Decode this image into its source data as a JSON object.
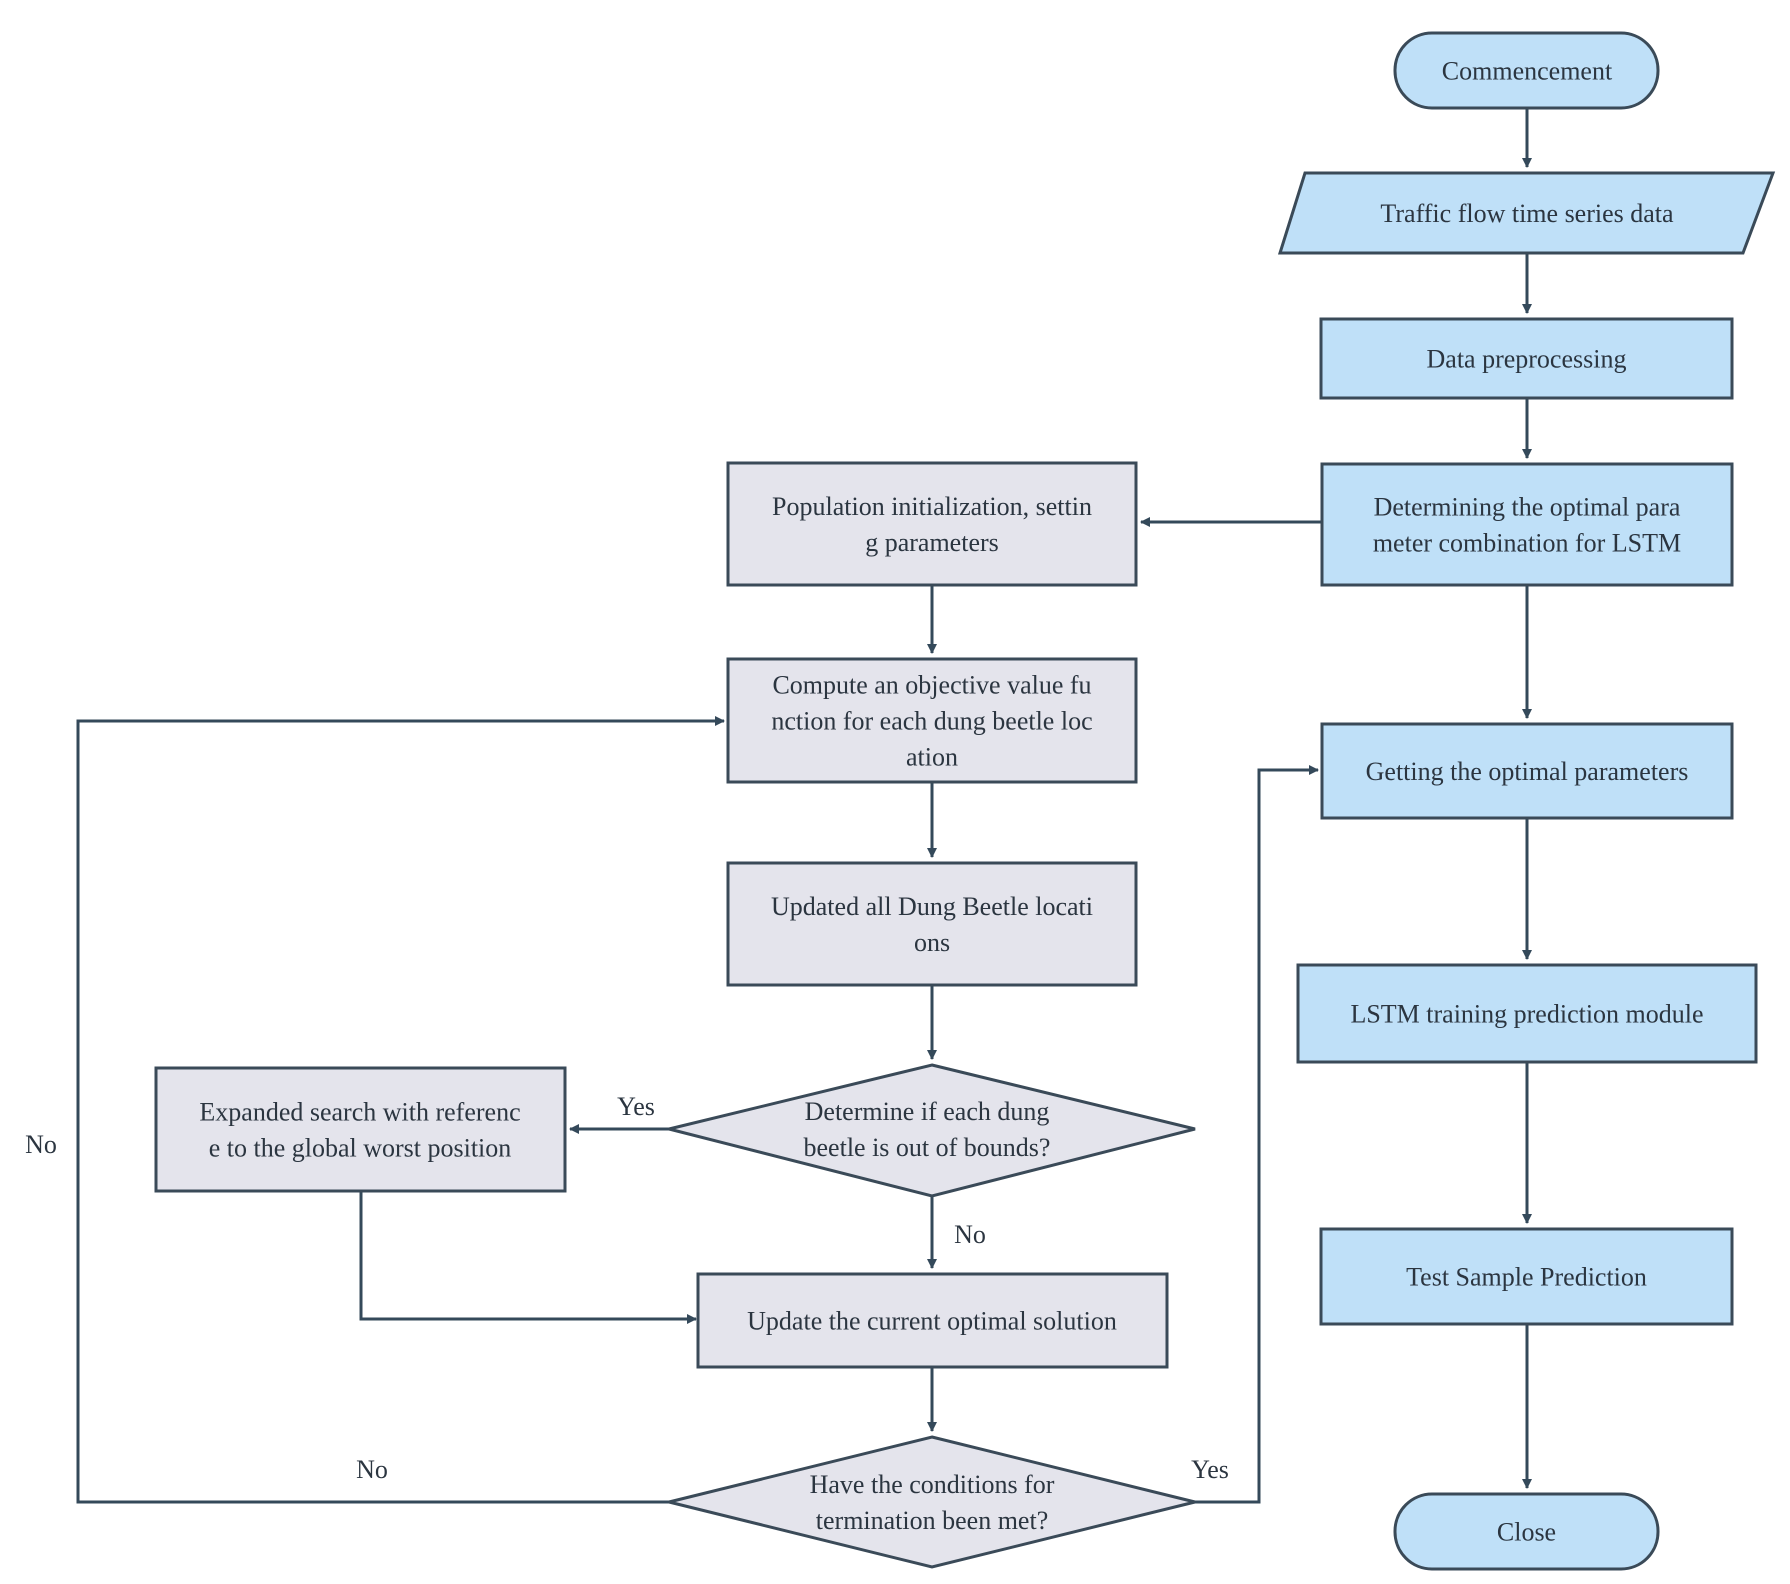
{
  "nodes": {
    "commencement": [
      "Commencement"
    ],
    "traffic_data": [
      "Traffic flow time series data"
    ],
    "preprocessing": [
      "Data preprocessing"
    ],
    "determine_params": [
      "Determining the optimal para",
      "meter combination for LSTM"
    ],
    "optimal_params": [
      "Getting the optimal parameters"
    ],
    "lstm_training": [
      "LSTM training prediction module"
    ],
    "test_prediction": [
      "Test Sample Prediction"
    ],
    "close": [
      "Close"
    ],
    "population_init": [
      "Population initialization, settin",
      "g parameters"
    ],
    "compute_objective": [
      "Compute an objective value fu",
      "nction for each dung beetle loc",
      "ation"
    ],
    "update_locations": [
      "Updated all Dung Beetle locati",
      "ons"
    ],
    "out_of_bounds": [
      "Determine if each dung",
      "beetle is out of  bounds?"
    ],
    "expanded_search": [
      "Expanded search with referenc",
      "e to the global worst position"
    ],
    "update_optimal": [
      "Update the current optimal solution"
    ],
    "termination": [
      "Have the conditions for",
      "termination been met?"
    ]
  },
  "edge_labels": {
    "bounds_yes": "Yes",
    "bounds_no": "No",
    "termination_no": "No",
    "termination_yes": "Yes",
    "loop_no": "No"
  },
  "colors": {
    "main_process": "#bfe0f8",
    "optimizer_process": "#e4e4ec",
    "stroke": "#3a4a58"
  }
}
